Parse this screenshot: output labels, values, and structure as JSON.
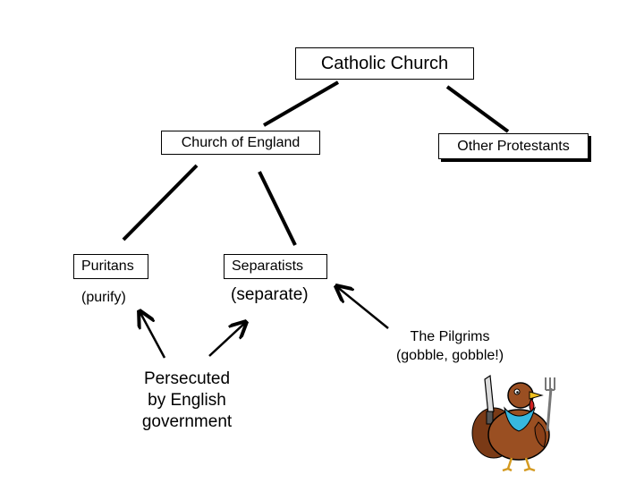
{
  "nodes": {
    "catholic": "Catholic Church",
    "england": "Church of England",
    "protestants": "Other Protestants",
    "puritans": "Puritans",
    "separatists": "Separatists"
  },
  "labels": {
    "purify": "(purify)",
    "separate": "(separate)",
    "pilgrims_line1": "The Pilgrims",
    "pilgrims_line2": "(gobble, gobble!)",
    "persecuted_line1": "Persecuted",
    "persecuted_line2": "by English",
    "persecuted_line3": "government"
  },
  "colors": {
    "line": "#000000",
    "turkey_body": "#9a4f22",
    "turkey_bib": "#37b8e0",
    "turkey_beak": "#f0c020",
    "turkey_wattle": "#d02020"
  },
  "icons": {
    "turkey": "turkey-with-knife-and-fork-illustration"
  }
}
